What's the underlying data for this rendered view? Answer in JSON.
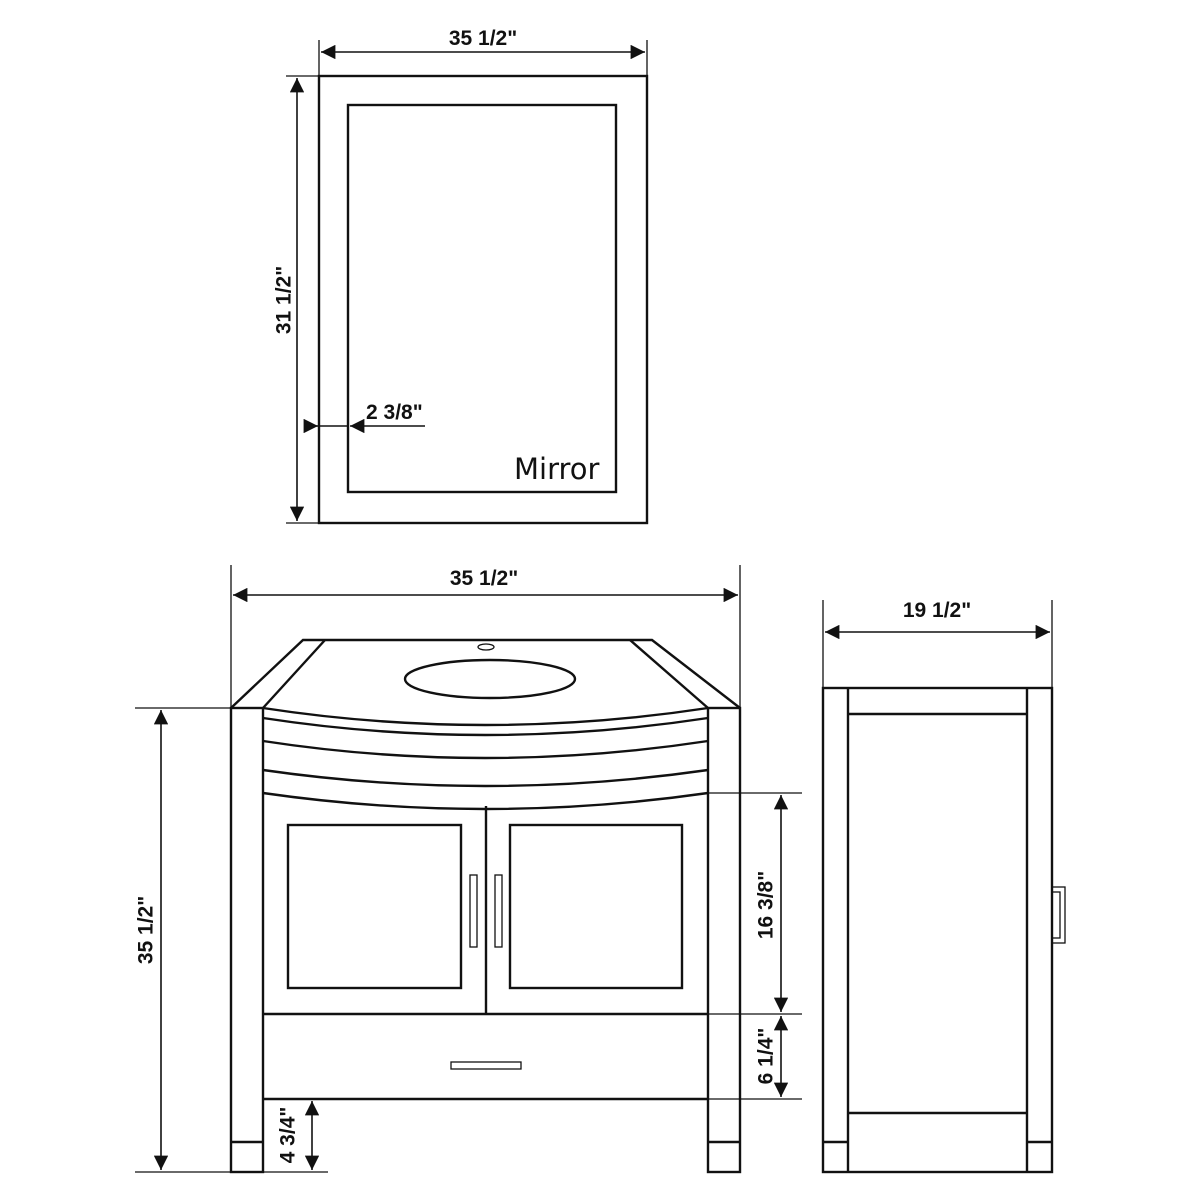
{
  "diagram": {
    "type": "technical-dimension-drawing",
    "colors": {
      "line": "#111111",
      "background": "#ffffff"
    },
    "mirror": {
      "label": "Mirror",
      "width_label": "35 1/2\"",
      "height_label": "31 1/2\"",
      "frame_label": "2 3/8\""
    },
    "vanity_front": {
      "width_label": "35 1/2\"",
      "height_label": "35 1/2\"",
      "door_height_label": "16 3/8\"",
      "drawer_height_label": "6 1/4\"",
      "leg_height_label": "4 3/4\""
    },
    "vanity_side": {
      "depth_label": "19 1/2\""
    }
  }
}
